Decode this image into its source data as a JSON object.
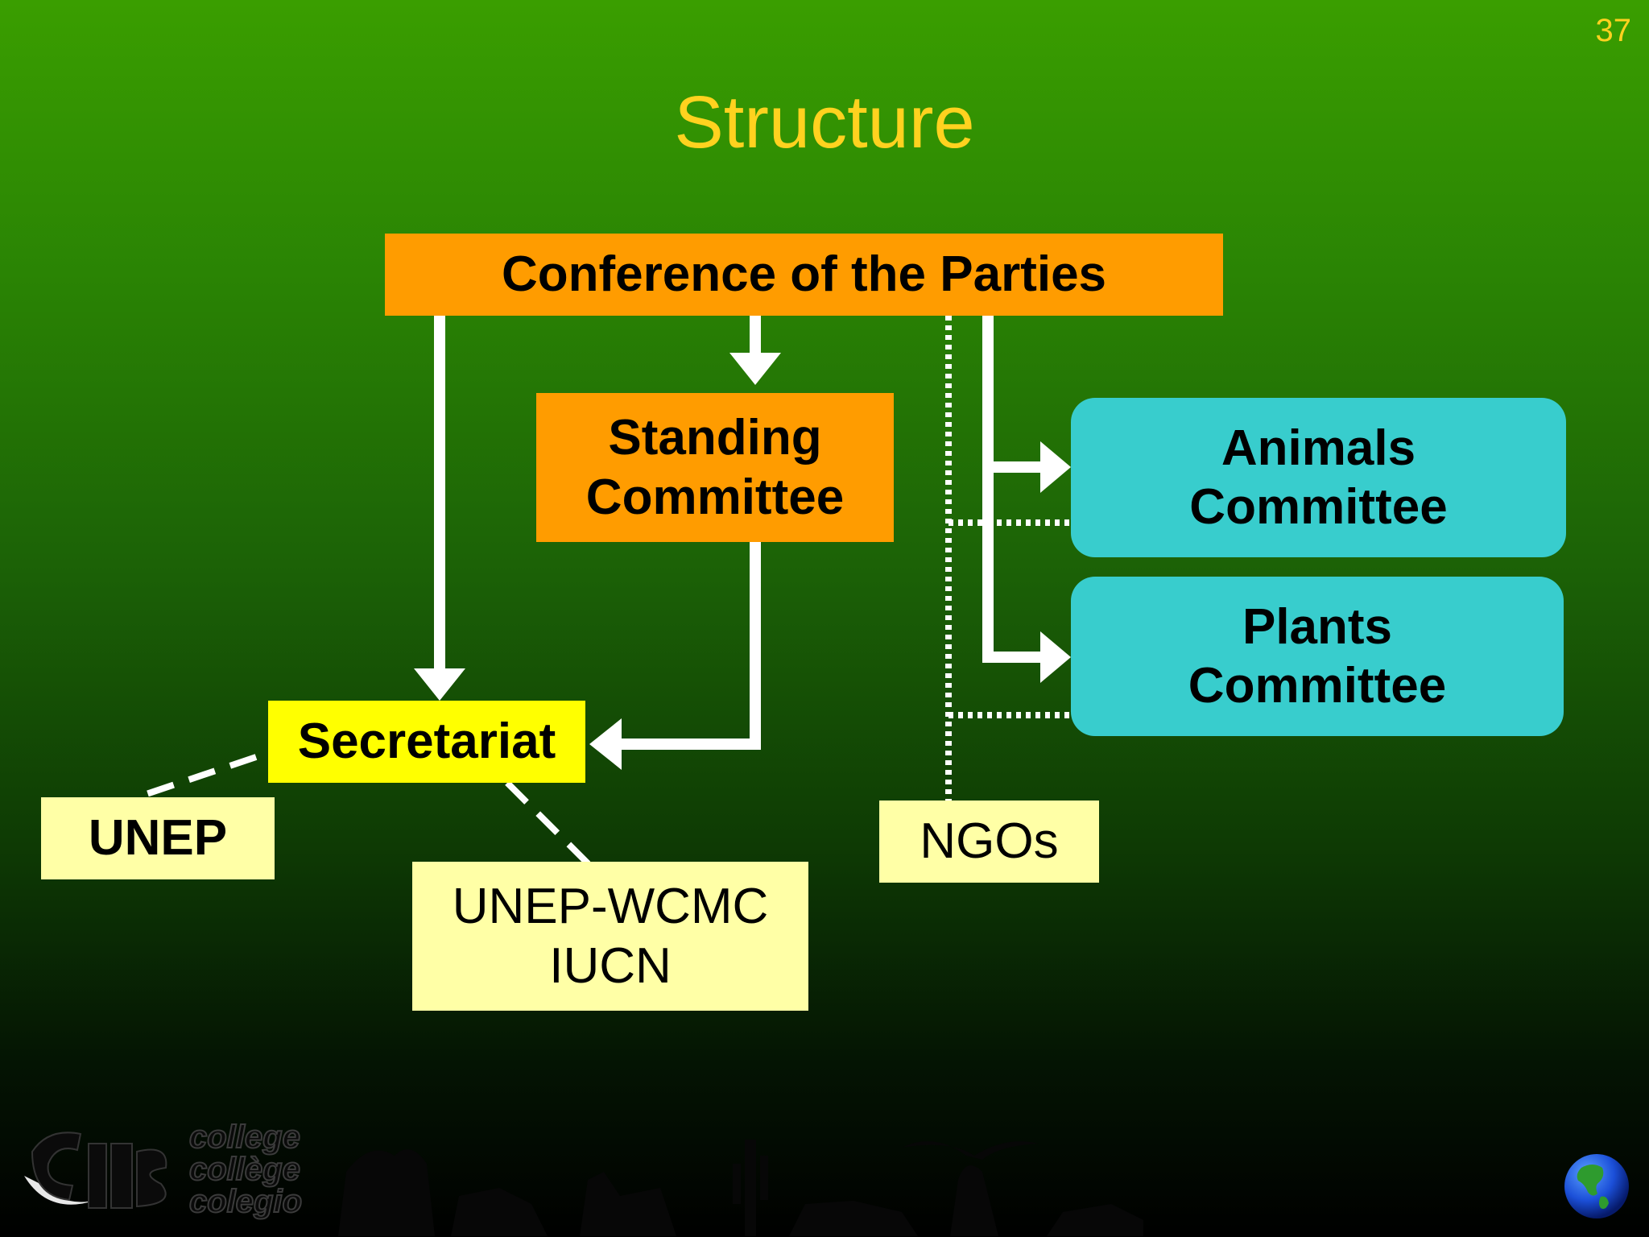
{
  "page_number": "37",
  "title": "Structure",
  "nodes": {
    "cop": "Conference of the Parties",
    "standing": [
      "Standing",
      "Committee"
    ],
    "animals": [
      "Animals",
      "Committee"
    ],
    "plants": [
      "Plants",
      "Committee"
    ],
    "secretariat": "Secretariat",
    "unep": "UNEP",
    "wcmc": [
      "UNEP-WCMC",
      "IUCN"
    ],
    "ngos": "NGOs"
  },
  "logo": {
    "lines": [
      "college",
      "collège",
      "colegio"
    ]
  },
  "icons": {
    "globe": "globe-icon",
    "logo": "cites-logo"
  },
  "colors": {
    "title": "#ffd21f",
    "orange_box": "#ff9c00",
    "teal_box": "#38cdcd",
    "secretariat_box": "#ffff00",
    "pale_box": "#ffffa6",
    "connector": "#ffffff"
  }
}
